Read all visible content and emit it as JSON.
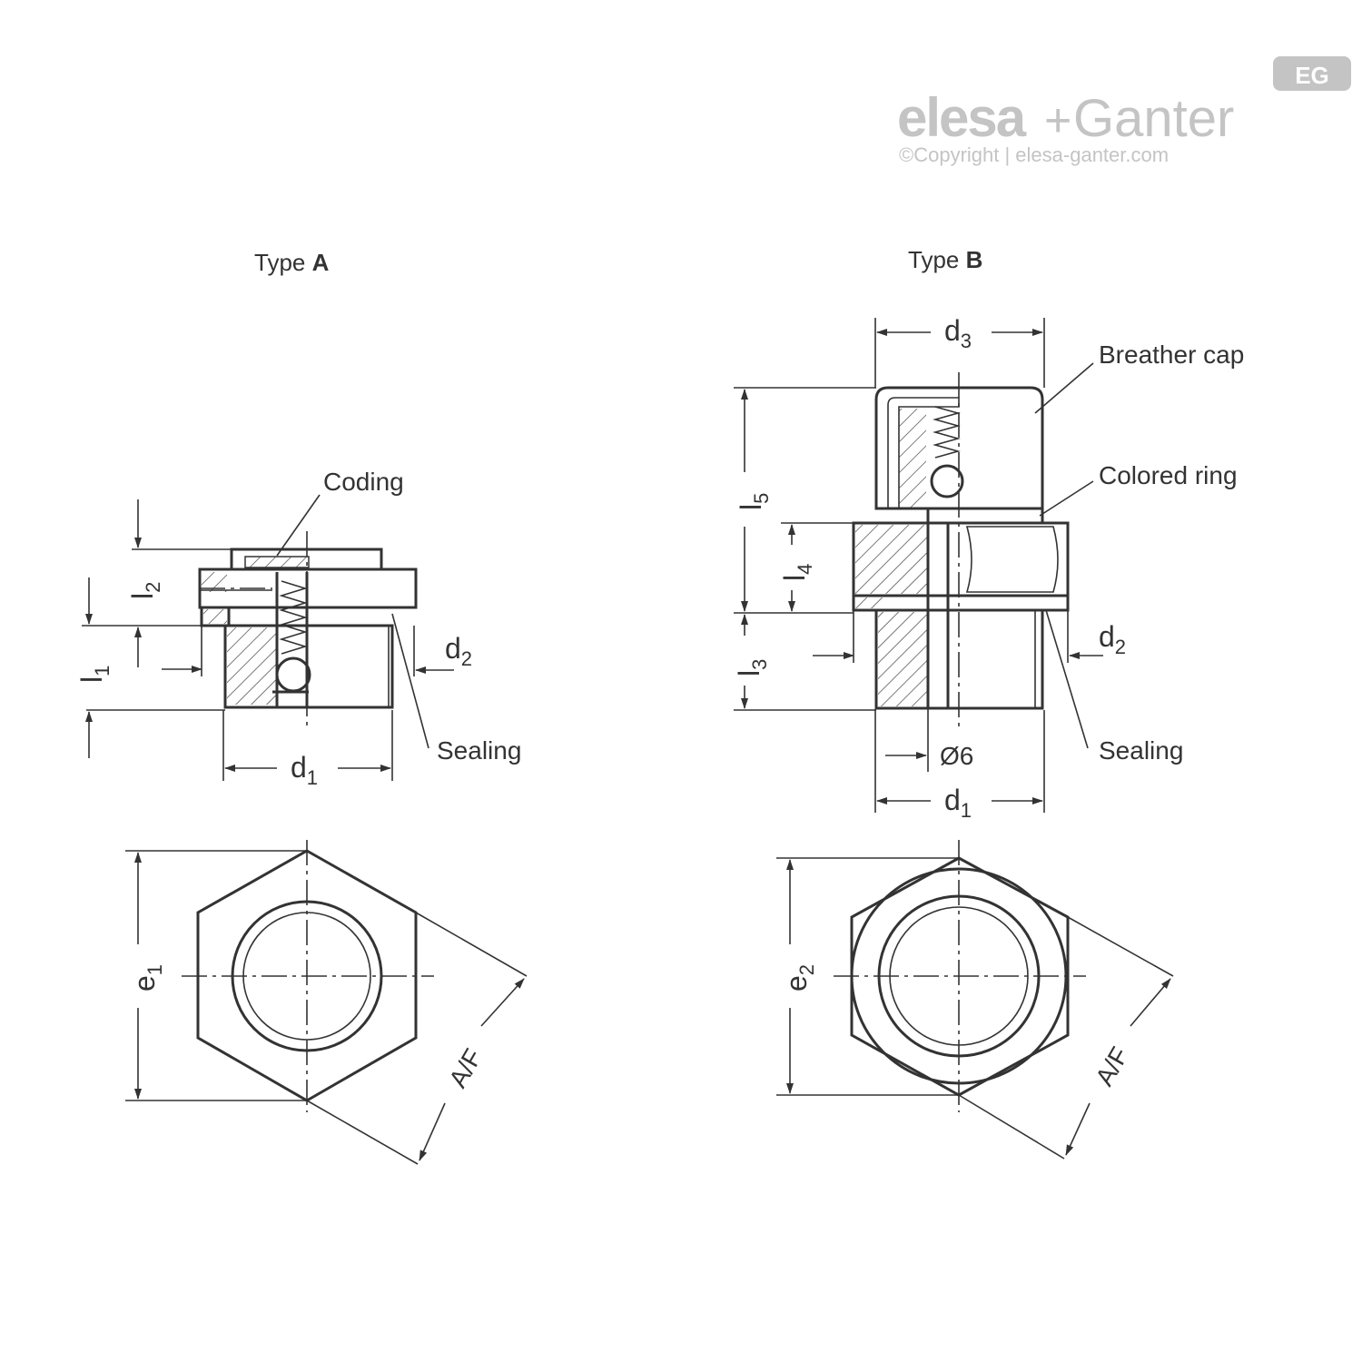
{
  "brand": {
    "name_left": "elesa",
    "name_sep": "+",
    "name_right": "Ganter",
    "copyright": "©Copyright | elesa-ganter.com",
    "badge": "EG"
  },
  "type_a": {
    "title_prefix": "Type ",
    "title_letter": "A",
    "labels": {
      "coding": "Coding",
      "sealing": "Sealing"
    },
    "dims": {
      "l1": "l",
      "l1_sub": "1",
      "l2": "l",
      "l2_sub": "2",
      "d1": "d",
      "d1_sub": "1",
      "d2": "d",
      "d2_sub": "2",
      "e1": "e",
      "e1_sub": "1",
      "af": "A/F"
    }
  },
  "type_b": {
    "title_prefix": "Type ",
    "title_letter": "B",
    "labels": {
      "breather_cap": "Breather cap",
      "colored_ring": "Colored ring",
      "sealing": "Sealing"
    },
    "dims": {
      "d3": "d",
      "d3_sub": "3",
      "l5": "l",
      "l5_sub": "5",
      "l4": "l",
      "l4_sub": "4",
      "l3": "l",
      "l3_sub": "3",
      "d2": "d",
      "d2_sub": "2",
      "d1": "d",
      "d1_sub": "1",
      "dia6": "Ø6",
      "e2": "e",
      "e2_sub": "2",
      "af": "A/F"
    }
  }
}
